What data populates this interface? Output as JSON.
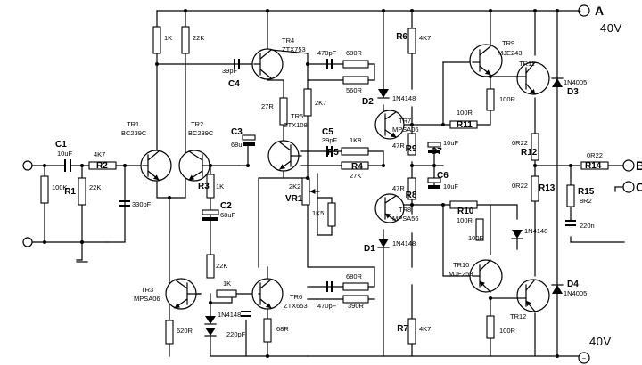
{
  "terminals": {
    "a": "A",
    "b": "B",
    "c": "C"
  },
  "rails": {
    "positive": "40V",
    "negative": "40V"
  },
  "marks": {
    "plus": "+",
    "minus": "−"
  },
  "transistors": [
    {
      "ref": "TR1",
      "part": "BC239C"
    },
    {
      "ref": "TR2",
      "part": "BC239C"
    },
    {
      "ref": "TR3",
      "part": "MPSA06"
    },
    {
      "ref": "TR4",
      "part": "ZTX753"
    },
    {
      "ref": "TR5",
      "part": "ZTX108"
    },
    {
      "ref": "TR6",
      "part": "ZTX653"
    },
    {
      "ref": "TR7",
      "part": "MPSA06"
    },
    {
      "ref": "TR8",
      "part": "MPSA56"
    },
    {
      "ref": "TR9",
      "part": "MJE243"
    },
    {
      "ref": "TR10",
      "part": "MJE253"
    },
    {
      "ref": "TR11",
      "part": ""
    },
    {
      "ref": "TR12",
      "part": ""
    }
  ],
  "labels": {
    "C1": "C1",
    "C1v": "10uF",
    "R1": "R1",
    "R1v": "22K",
    "R100k": "100K",
    "R2": "R2",
    "R2v": "4K7",
    "C330": "330pF",
    "R1K_top": "1K",
    "R22K_top": "22K",
    "R3": "R3",
    "R3v": "1K",
    "C2": "C2",
    "C2v": "68uF",
    "R22K_mid": "22K",
    "R1K_mid": "1K",
    "D_bias": "1N4148",
    "C220": "220pF",
    "R620": "620R",
    "R68": "68R",
    "C4": "C4",
    "C4v": "39pF",
    "C470a": "470pF",
    "R680a": "680R",
    "R560": "560R",
    "R27": "27R",
    "R2K7": "2K7",
    "C3": "C3",
    "C3v": "68uF",
    "C5": "C5",
    "C5v": "39pF",
    "R5": "R5",
    "R5v": "1K8",
    "R4": "R4",
    "R4v": "27K",
    "VR1": "VR1",
    "VR1v": "2K2",
    "R1K5": "1K5",
    "R6": "R6",
    "R6v": "4K7",
    "D2": "D2",
    "D2v": "1N4148",
    "R9": "R9",
    "R9v": "47R",
    "R8": "R8",
    "R8v": "47R",
    "D1": "D1",
    "D1v": "1N4148",
    "R7": "R7",
    "R7v": "4K7",
    "C7": "C7",
    "C7v": "10uF",
    "C6": "C6",
    "C6v": "10uF",
    "R680b": "680R",
    "R390": "390R",
    "C470b": "470pF",
    "R11": "R11",
    "R11v": "100R",
    "R10": "R10",
    "R10v": "100R",
    "R100_9": "100R",
    "R100_10": "100R",
    "R100_12": "100R",
    "R12": "R12",
    "R12v": "0R22",
    "R13": "R13",
    "R13v": "0R22",
    "R14": "R14",
    "R14v": "0R22",
    "R15": "R15",
    "R15v": "8R2",
    "C220n": "220n",
    "D3": "D3",
    "D3v": "1N4005",
    "D4": "D4",
    "D4v": "1N4005",
    "D_out": "1N4148"
  }
}
